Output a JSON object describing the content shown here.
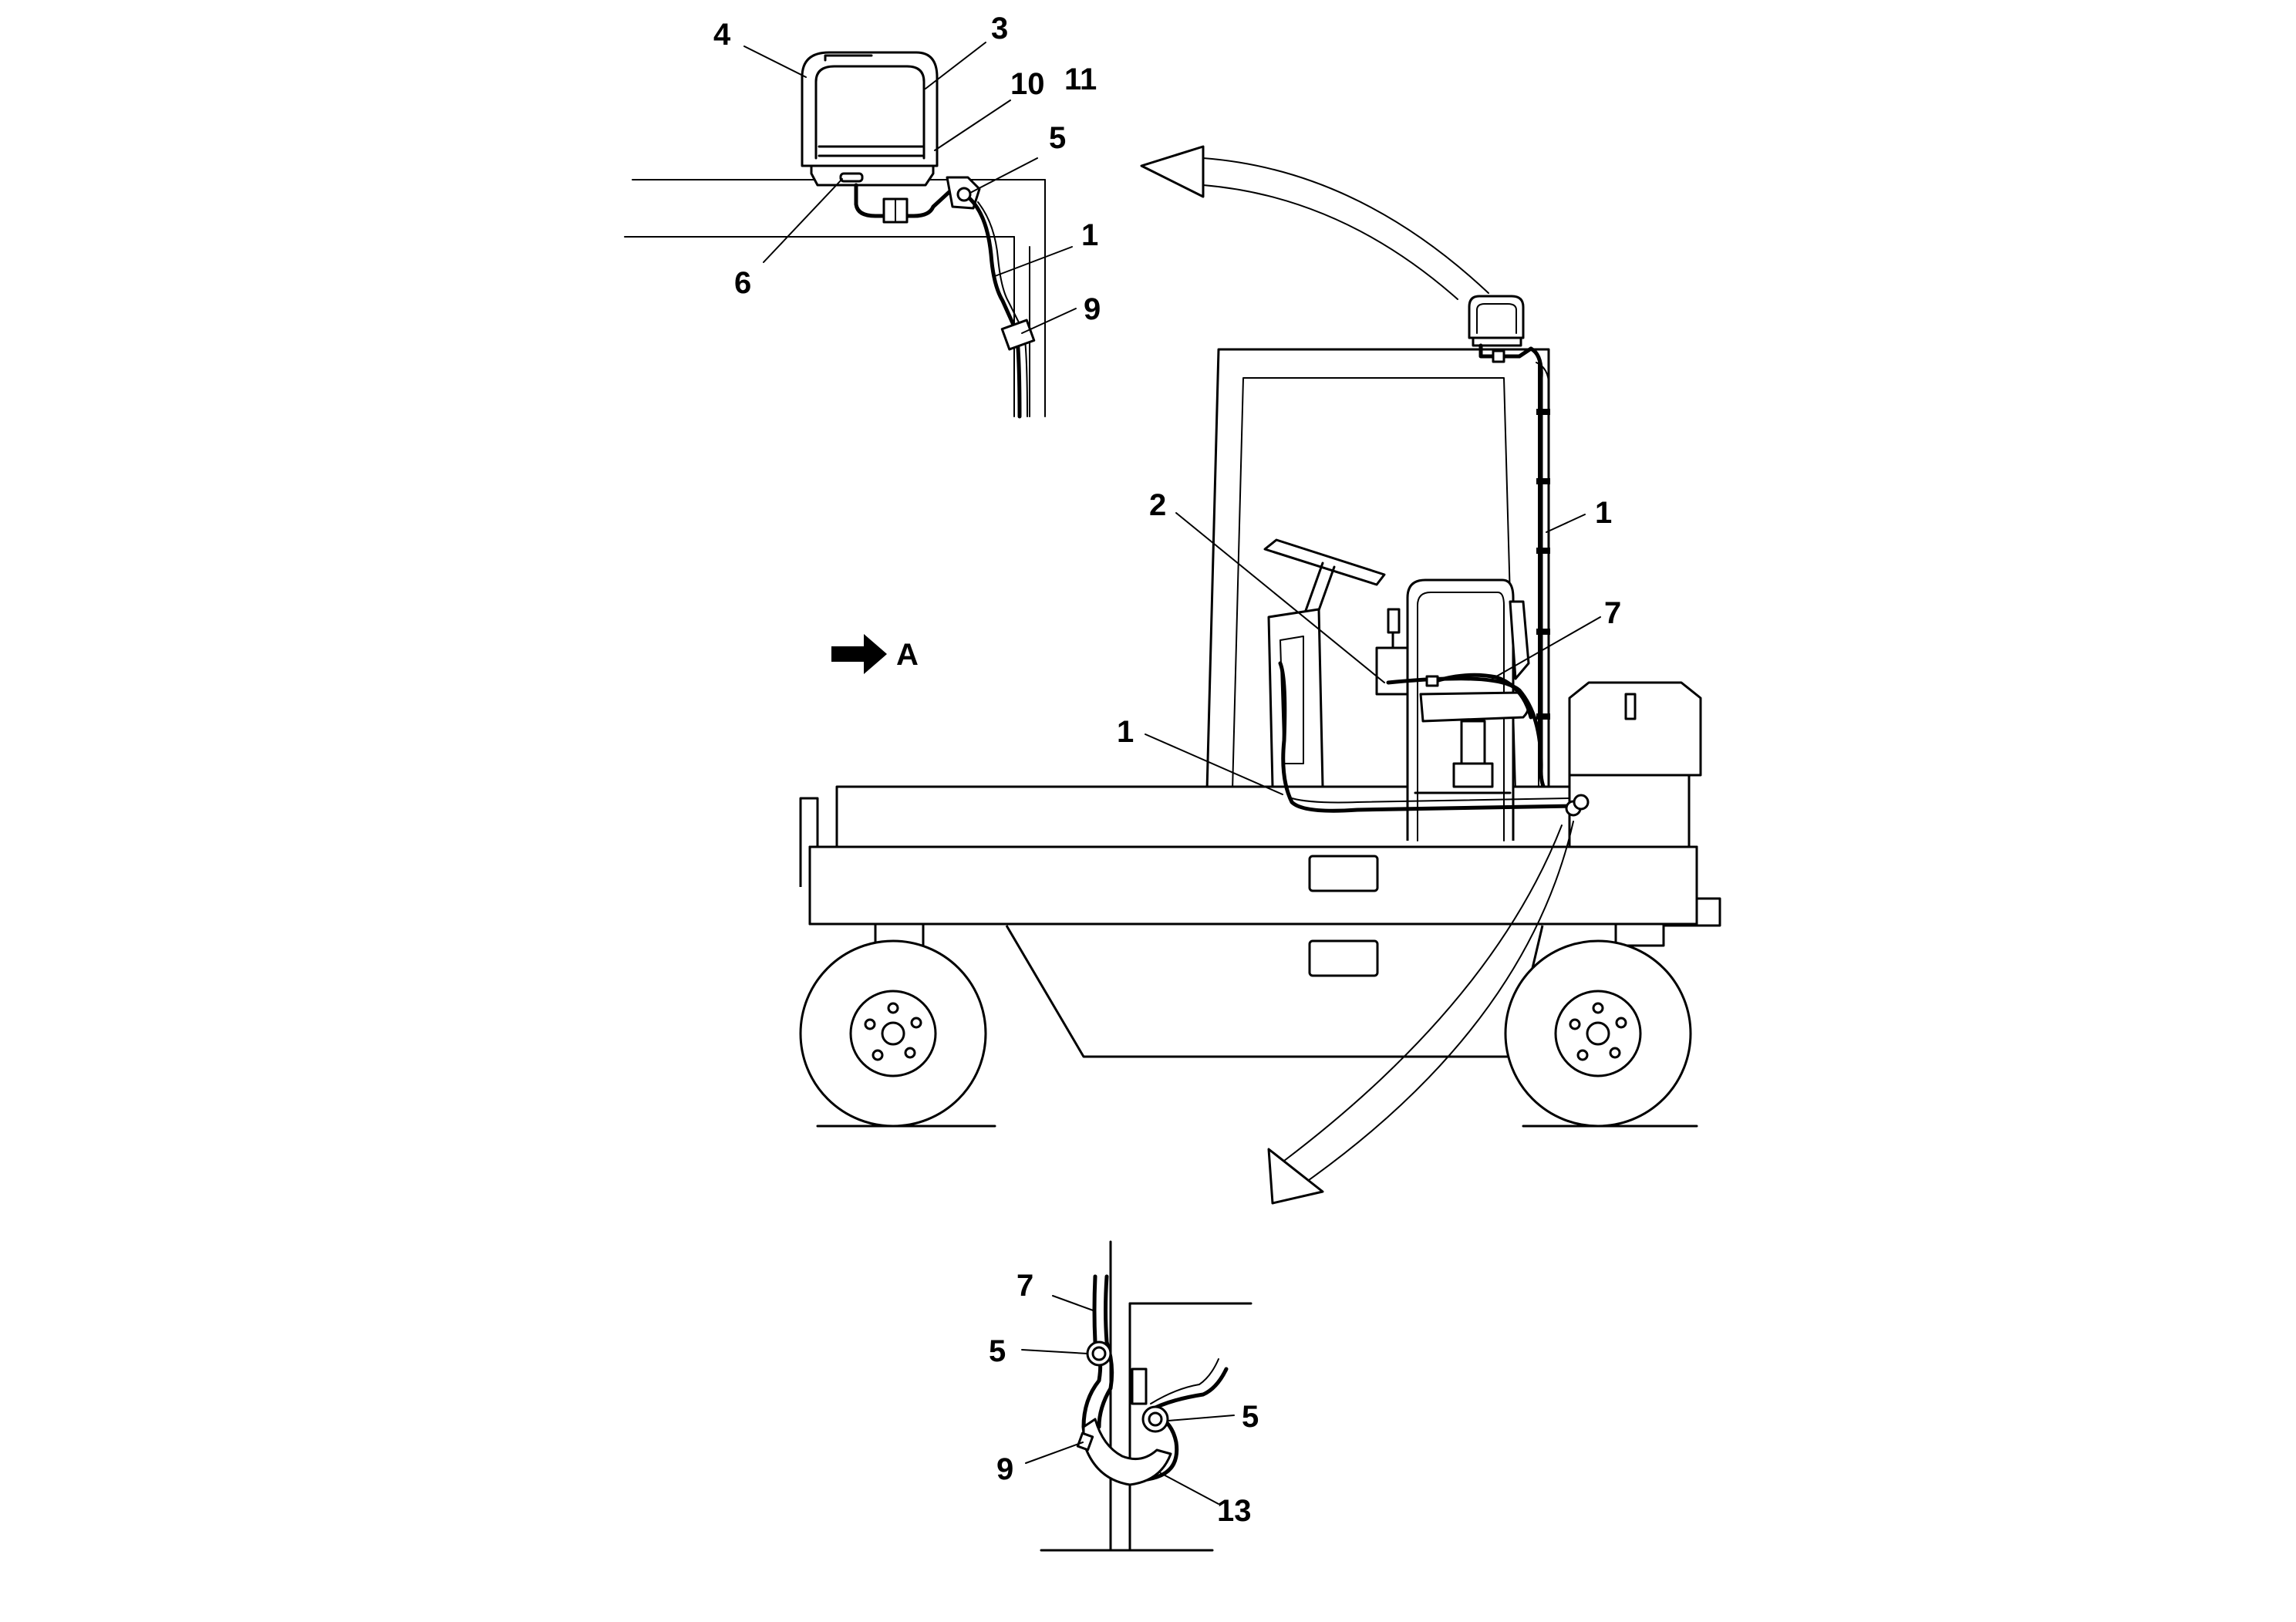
{
  "view_label": "A",
  "callouts": {
    "top_4": "4",
    "top_3": "3",
    "top_10": "10",
    "top_11": "11",
    "top_5": "5",
    "top_6": "6",
    "top_1": "1",
    "top_9": "9",
    "main_1_right": "1",
    "main_2": "2",
    "main_7": "7",
    "main_1_left": "1",
    "bot_7": "7",
    "bot_5_left": "5",
    "bot_5_right": "5",
    "bot_9": "9",
    "bot_13": "13"
  }
}
